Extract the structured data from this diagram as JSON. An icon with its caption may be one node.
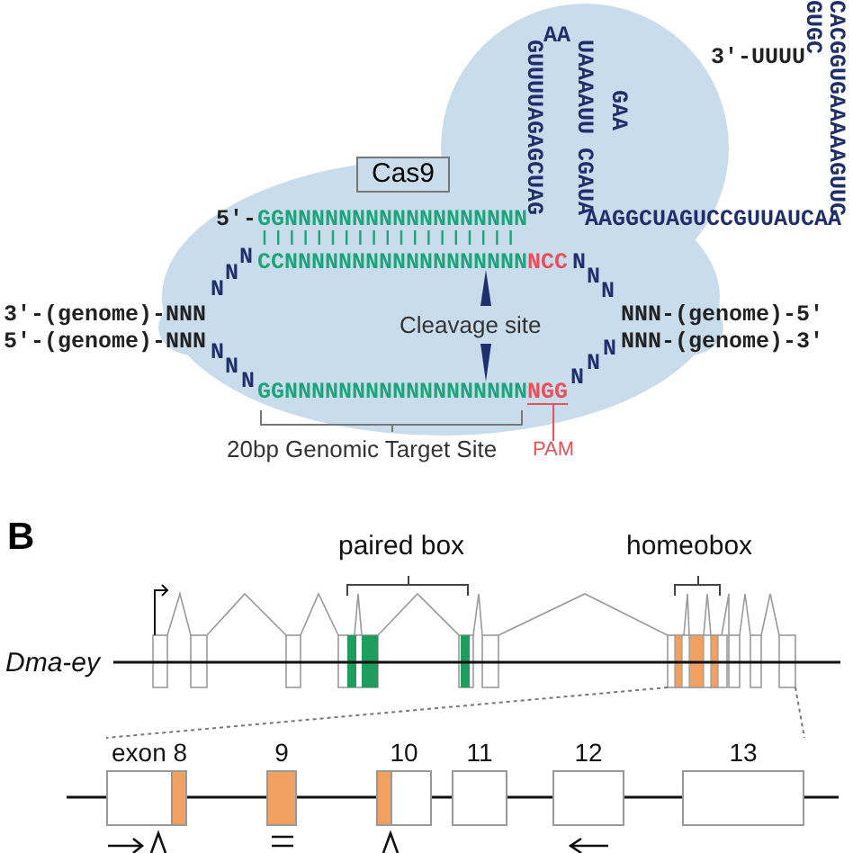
{
  "diagram": {
    "nodes": [
      {
        "text": [
          "Cas9"
        ]
      },
      {
        "text": [
          "NGG"
        ]
      },
      {
        "text": [
          "PAM"
        ]
      },
      {
        "text": [],
        "shape": "box"
      },
      {
        "text": [
          "exon 8"
        ]
      },
      {
        "text": [
          "9"
        ]
      },
      {
        "text": [
          "10"
        ]
      },
      {
        "text": [
          "11"
        ]
      },
      {
        "text": [
          "12"
        ]
      },
      {
        "text": [
          "13"
        ]
      }
    ],
    "edges": [
      {
        "from": 2,
        "to": 1,
        "arrow": "none",
        "color": "#e8505b"
      },
      {
        "from": 3,
        "to": 4,
        "arrow": "none",
        "style": "dashed"
      },
      {
        "from": 3,
        "to": 9,
        "arrow": "none",
        "style": "dashed"
      }
    ],
    "labels": [
      "GUUUUAGAGCUAG",
      "AA",
      "UAAAAUU CGAUA",
      "GAA",
      "3′-UUUU",
      "GUGC",
      "CACGGUGAAAAAGUUC",
      "5′-",
      "GGNNNNNNNNNNNNNNNNNN",
      "AAGGCUAGUCCGUUAUCAA",
      "N",
      "CCNNNNNNNNNNNNNNNNNN",
      "NCC",
      "N",
      "N",
      "N",
      "N",
      "N",
      "3′-(genome)-NNN",
      "Cleavage site",
      "NNN-(genome)-5′",
      "5′-(genome)-NNN",
      "N",
      "N",
      "NNN-(genome)-3′",
      "N",
      "N",
      "N",
      "N",
      "GGNNNNNNNNNNNNNNNNNN",
      "20bp Genomic Target Site",
      "B",
      "paired box",
      "homeobox",
      "Dma-ey"
    ]
  }
}
